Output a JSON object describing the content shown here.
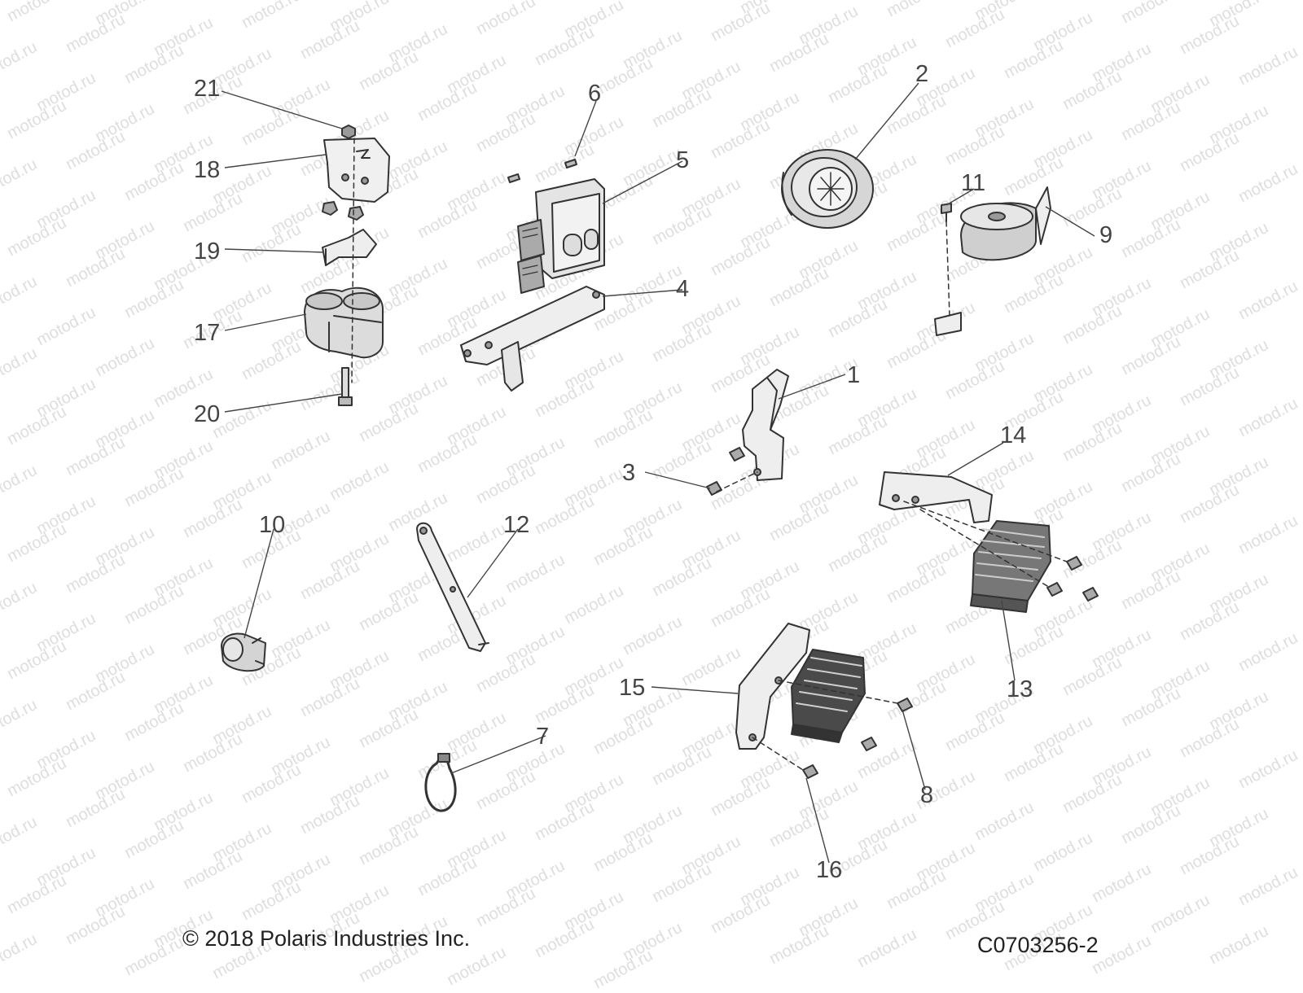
{
  "watermark": {
    "text": "motod.ru"
  },
  "callouts": [
    "1",
    "2",
    "3",
    "4",
    "5",
    "6",
    "7",
    "8",
    "9",
    "10",
    "11",
    "12",
    "13",
    "14",
    "15",
    "16",
    "17",
    "18",
    "19",
    "20",
    "21"
  ],
  "footer": {
    "copyright": "© 2018 Polaris Industries Inc.",
    "diagram_code": "C0703256-2"
  },
  "colors": {
    "line": "#333333",
    "part_fill": "#e8e8e8",
    "part_dark": "#555555",
    "watermark": "#dedede"
  }
}
